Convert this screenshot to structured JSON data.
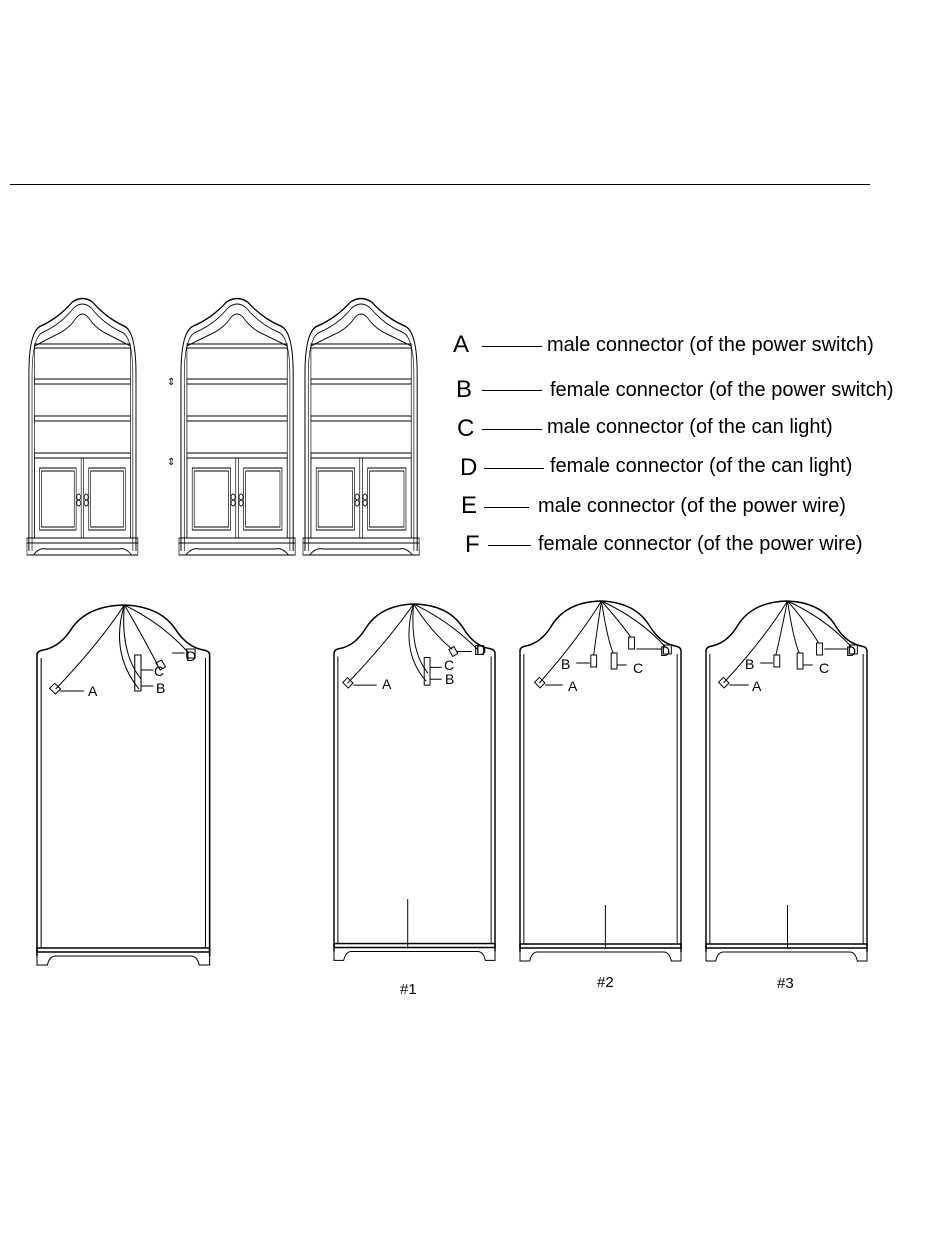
{
  "legend": [
    {
      "letter": "A",
      "text": "male connector (of the power switch)"
    },
    {
      "letter": "B",
      "text": "female connector (of the power switch)"
    },
    {
      "letter": "C",
      "text": "male connector (of the can light)"
    },
    {
      "letter": "D",
      "text": "female connector (of the can light)"
    },
    {
      "letter": "E",
      "text": "male connector (of the power wire)"
    },
    {
      "letter": "F",
      "text": "female connector (of the power wire)"
    }
  ],
  "back_panels": {
    "single": {
      "labels": [
        "A",
        "B",
        "C",
        "D"
      ]
    },
    "units": [
      {
        "caption": "#1",
        "labels": [
          "A",
          "B",
          "C",
          "D"
        ]
      },
      {
        "caption": "#2",
        "labels": [
          "A",
          "B",
          "C",
          "D"
        ]
      },
      {
        "caption": "#3",
        "labels": [
          "A",
          "B",
          "C",
          "D"
        ]
      }
    ]
  },
  "colors": {
    "line": "#000000",
    "background": "#ffffff"
  }
}
